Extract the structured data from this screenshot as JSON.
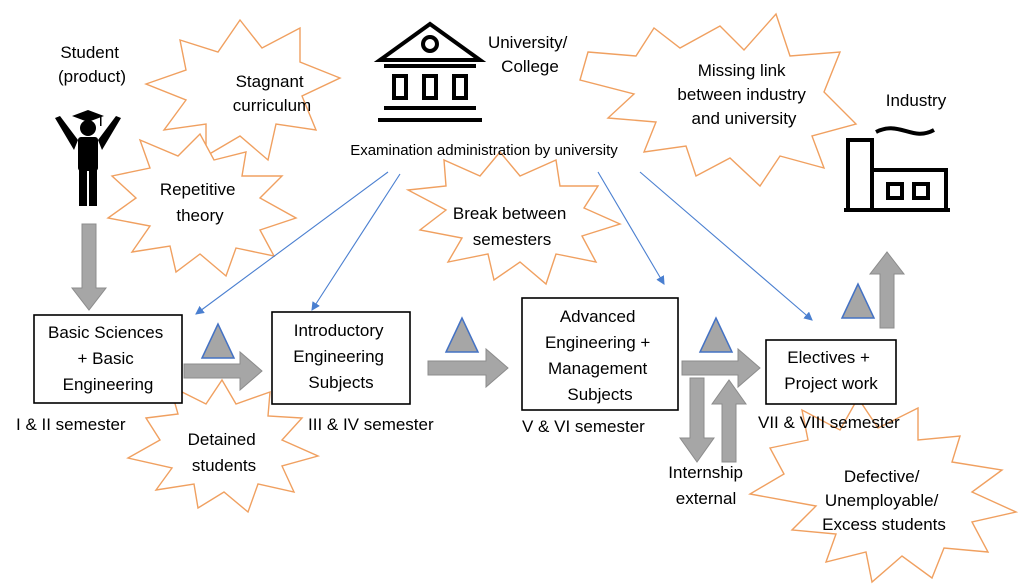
{
  "student": {
    "label_line1": "Student",
    "label_line2": "(product)"
  },
  "university": {
    "label_line1": "University/",
    "label_line2": "College"
  },
  "industry": {
    "label": "Industry"
  },
  "exam": {
    "label": "Examination administration by university"
  },
  "problems": {
    "stagnant": [
      "Stagnant",
      "curriculum"
    ],
    "missing_link": [
      "Missing link",
      "between industry",
      "and university"
    ],
    "repetitive": [
      "Repetitive",
      "theory"
    ],
    "break": [
      "Break between",
      "semesters"
    ],
    "detained": [
      "Detained",
      "students"
    ],
    "defective": [
      "Defective/",
      "Unemployable/",
      "Excess students"
    ]
  },
  "stages": [
    {
      "lines": [
        "Basic Sciences",
        "+ Basic",
        "Engineering"
      ],
      "semester": "I & II semester"
    },
    {
      "lines": [
        "Introductory",
        "Engineering",
        "Subjects"
      ],
      "semester": "III & IV semester"
    },
    {
      "lines": [
        "Advanced",
        "Engineering +",
        "Management",
        "Subjects"
      ],
      "semester": "V & VI semester"
    },
    {
      "lines": [
        "Electives +",
        "Project work"
      ],
      "semester": "VII & VIII semester"
    }
  ],
  "internship": [
    "Internship",
    "external"
  ],
  "colors": {
    "burst_stroke": "#f0a060",
    "arrow_fill": "#a6a6a6",
    "triangle_stroke": "#4472c4",
    "line_blue": "#4a7fd0"
  }
}
